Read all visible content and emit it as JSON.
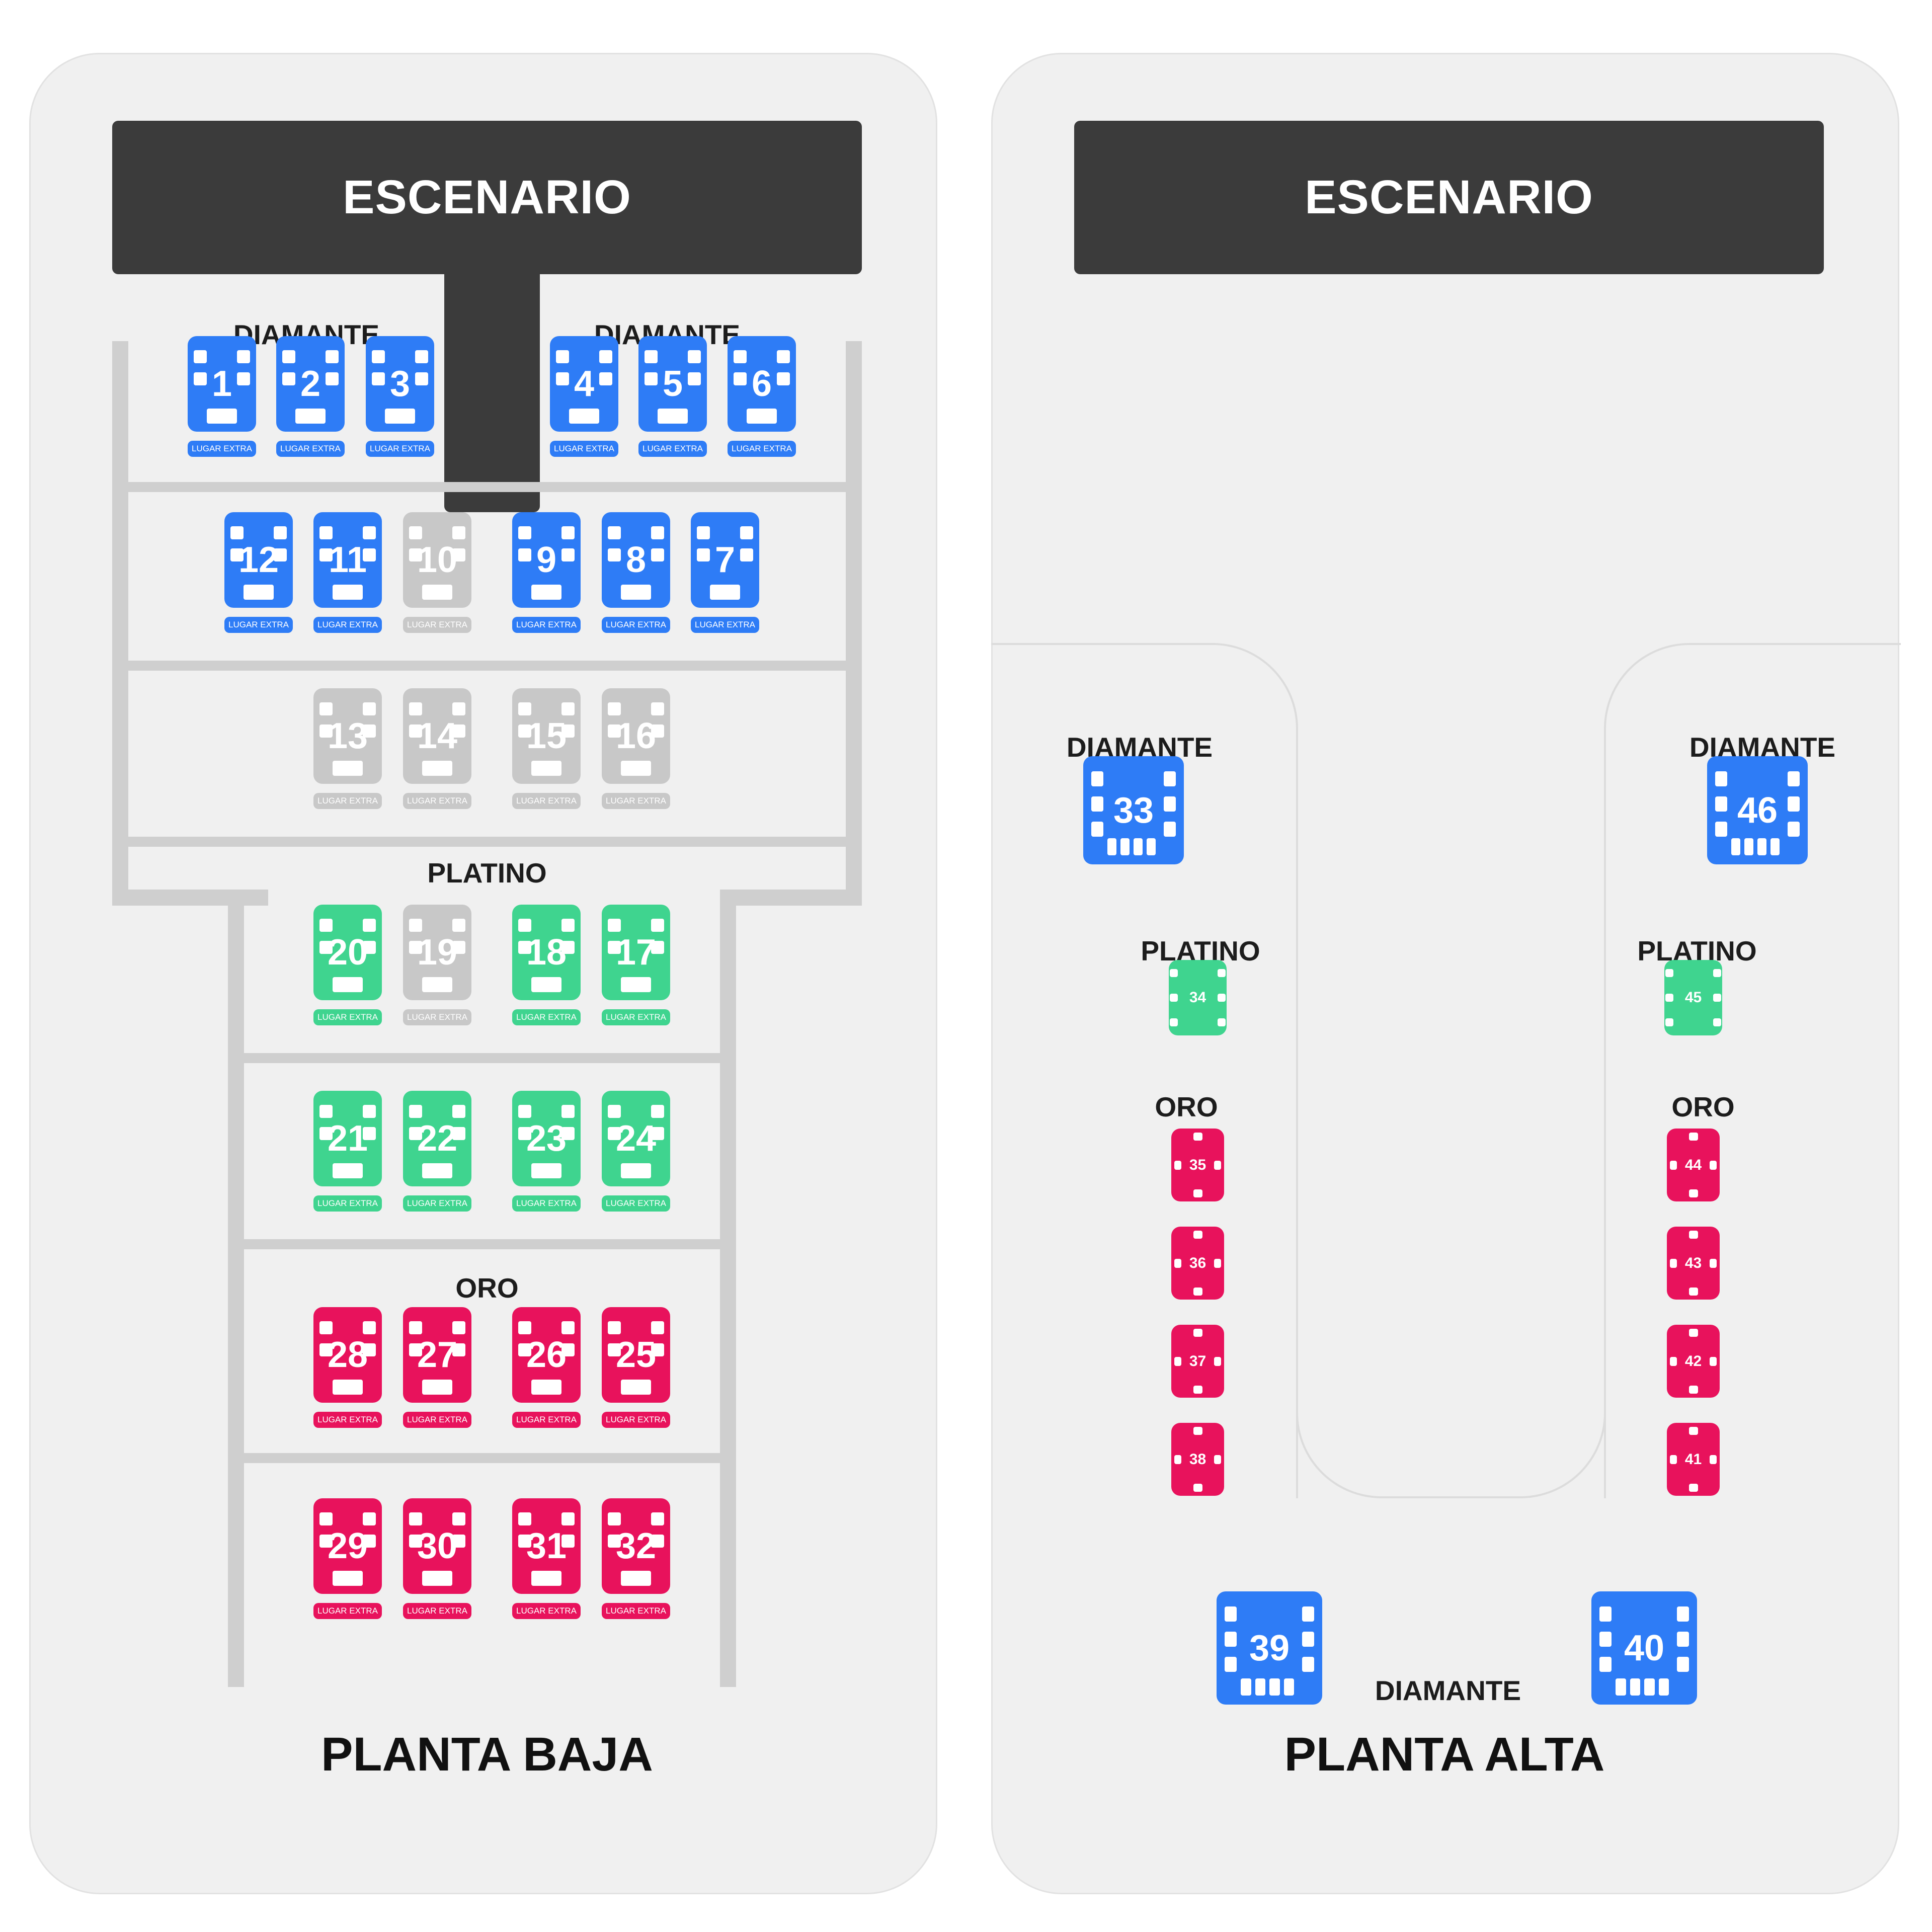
{
  "colors": {
    "diamante": "#2e7cf6",
    "platino": "#3fd48f",
    "oro": "#e8125c",
    "unavailable": "#c8c8c8",
    "stage": "#3b3b3b"
  },
  "floors": {
    "baja": {
      "title": "PLANTA BAJA",
      "stage": "ESCENARIO",
      "zones": {
        "diamante_left": "DIAMANTE",
        "diamante_right": "DIAMANTE",
        "platino": "PLATINO",
        "oro": "ORO"
      },
      "tag_text": "LUGAR EXTRA",
      "tables": [
        {
          "n": "1",
          "tier": "diamante",
          "available": true
        },
        {
          "n": "2",
          "tier": "diamante",
          "available": true
        },
        {
          "n": "3",
          "tier": "diamante",
          "available": true
        },
        {
          "n": "4",
          "tier": "diamante",
          "available": true
        },
        {
          "n": "5",
          "tier": "diamante",
          "available": true
        },
        {
          "n": "6",
          "tier": "diamante",
          "available": true
        },
        {
          "n": "12",
          "tier": "diamante",
          "available": true
        },
        {
          "n": "11",
          "tier": "diamante",
          "available": true
        },
        {
          "n": "10",
          "tier": "diamante",
          "available": false
        },
        {
          "n": "9",
          "tier": "diamante",
          "available": true
        },
        {
          "n": "8",
          "tier": "diamante",
          "available": true
        },
        {
          "n": "7",
          "tier": "diamante",
          "available": true
        },
        {
          "n": "13",
          "tier": "diamante",
          "available": false
        },
        {
          "n": "14",
          "tier": "diamante",
          "available": false
        },
        {
          "n": "15",
          "tier": "diamante",
          "available": false
        },
        {
          "n": "16",
          "tier": "diamante",
          "available": false
        },
        {
          "n": "20",
          "tier": "platino",
          "available": true
        },
        {
          "n": "19",
          "tier": "platino",
          "available": false
        },
        {
          "n": "18",
          "tier": "platino",
          "available": true
        },
        {
          "n": "17",
          "tier": "platino",
          "available": true
        },
        {
          "n": "21",
          "tier": "platino",
          "available": true
        },
        {
          "n": "22",
          "tier": "platino",
          "available": true
        },
        {
          "n": "23",
          "tier": "platino",
          "available": true
        },
        {
          "n": "24",
          "tier": "platino",
          "available": true
        },
        {
          "n": "28",
          "tier": "oro",
          "available": true
        },
        {
          "n": "27",
          "tier": "oro",
          "available": true
        },
        {
          "n": "26",
          "tier": "oro",
          "available": true
        },
        {
          "n": "25",
          "tier": "oro",
          "available": true
        },
        {
          "n": "29",
          "tier": "oro",
          "available": true
        },
        {
          "n": "30",
          "tier": "oro",
          "available": true
        },
        {
          "n": "31",
          "tier": "oro",
          "available": true
        },
        {
          "n": "32",
          "tier": "oro",
          "available": true
        }
      ]
    },
    "alta": {
      "title": "PLANTA ALTA",
      "stage": "ESCENARIO",
      "zones": {
        "diamante_left": "DIAMANTE",
        "diamante_right": "DIAMANTE",
        "platino_left": "PLATINO",
        "platino_right": "PLATINO",
        "oro_left": "ORO",
        "oro_right": "ORO",
        "diamante_bottom": "DIAMANTE"
      },
      "tables": [
        {
          "n": "33",
          "tier": "diamante",
          "available": true
        },
        {
          "n": "46",
          "tier": "diamante",
          "available": true
        },
        {
          "n": "34",
          "tier": "platino",
          "available": true
        },
        {
          "n": "45",
          "tier": "platino",
          "available": true
        },
        {
          "n": "35",
          "tier": "oro",
          "available": true
        },
        {
          "n": "36",
          "tier": "oro",
          "available": true
        },
        {
          "n": "37",
          "tier": "oro",
          "available": true
        },
        {
          "n": "38",
          "tier": "oro",
          "available": true
        },
        {
          "n": "44",
          "tier": "oro",
          "available": true
        },
        {
          "n": "43",
          "tier": "oro",
          "available": true
        },
        {
          "n": "42",
          "tier": "oro",
          "available": true
        },
        {
          "n": "41",
          "tier": "oro",
          "available": true
        },
        {
          "n": "39",
          "tier": "diamante",
          "available": true
        },
        {
          "n": "40",
          "tier": "diamante",
          "available": true
        }
      ]
    }
  }
}
